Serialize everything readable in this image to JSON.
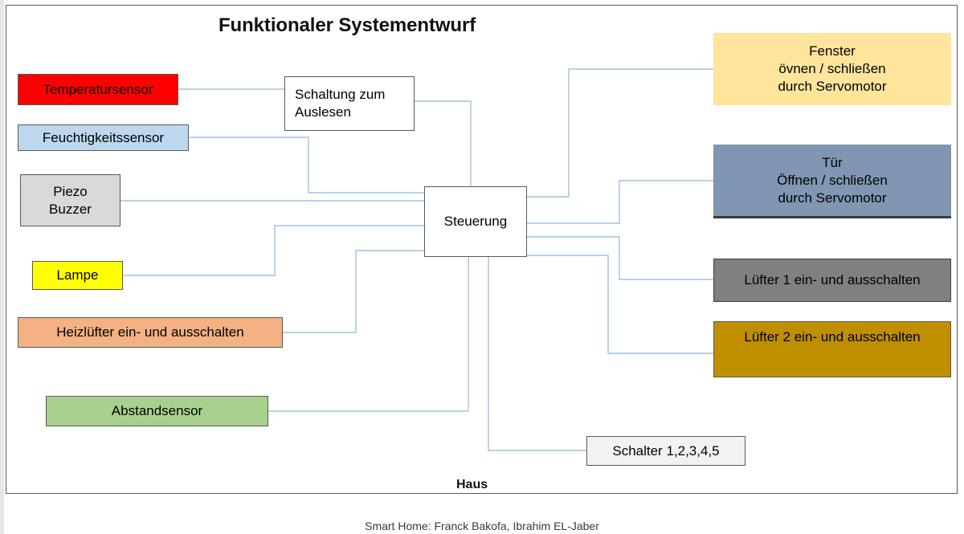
{
  "title": "Funktionaler Systementwurf",
  "container_label": "Haus",
  "caption": "Smart Home: Franck Bakofa, Ibrahim EL-Jaber",
  "colors": {
    "connector": "#9dc3e6",
    "frame_border": "#595959",
    "temperatursensor": "#FF0000",
    "feuchtigkeitssensor": "#BDD7EE",
    "piezo_buzzer": "#D9D9D9",
    "lampe": "#FFFF00",
    "heizluefter": "#F4B183",
    "abstandsensor": "#A9D18E",
    "schaltung": "#FFFFFF",
    "steuerung": "#FFFFFF",
    "fenster": "#FFE49C",
    "tuer": "#8096B2",
    "luefter1": "#808080",
    "luefter2": "#BF8F00",
    "schalter": "#F2F2F2"
  },
  "nodes": {
    "temperatursensor": {
      "label": "Temperatursensor"
    },
    "feuchtigkeitssensor": {
      "label": "Feuchtigkeitssensor"
    },
    "piezo_buzzer": {
      "label": "Piezo\nBuzzer"
    },
    "lampe": {
      "label": "Lampe"
    },
    "heizluefter": {
      "label": "Heizlüfter ein- und ausschalten"
    },
    "abstandsensor": {
      "label": "Abstandsensor"
    },
    "schaltung": {
      "label": "Schaltung zum\nAuslesen"
    },
    "steuerung": {
      "label": "Steuerung"
    },
    "fenster": {
      "label": "Fenster\növnen / schließen\ndurch Servomotor"
    },
    "tuer": {
      "label": "Tür\nÖffnen / schließen\ndurch Servomotor"
    },
    "luefter1": {
      "label": "Lüfter 1 ein- und ausschalten"
    },
    "luefter2": {
      "label": "Lüfter 2 ein- und ausschalten"
    },
    "schalter": {
      "label": "Schalter 1,2,3,4,5"
    }
  },
  "connections": [
    {
      "from": "temperatursensor",
      "to": "schaltung"
    },
    {
      "from": "schaltung",
      "to": "steuerung"
    },
    {
      "from": "feuchtigkeitssensor",
      "to": "steuerung"
    },
    {
      "from": "piezo_buzzer",
      "to": "steuerung"
    },
    {
      "from": "lampe",
      "to": "steuerung"
    },
    {
      "from": "heizluefter",
      "to": "steuerung"
    },
    {
      "from": "abstandsensor",
      "to": "steuerung"
    },
    {
      "from": "steuerung",
      "to": "fenster"
    },
    {
      "from": "steuerung",
      "to": "tuer"
    },
    {
      "from": "steuerung",
      "to": "luefter1"
    },
    {
      "from": "steuerung",
      "to": "luefter2"
    },
    {
      "from": "steuerung",
      "to": "schalter"
    }
  ]
}
